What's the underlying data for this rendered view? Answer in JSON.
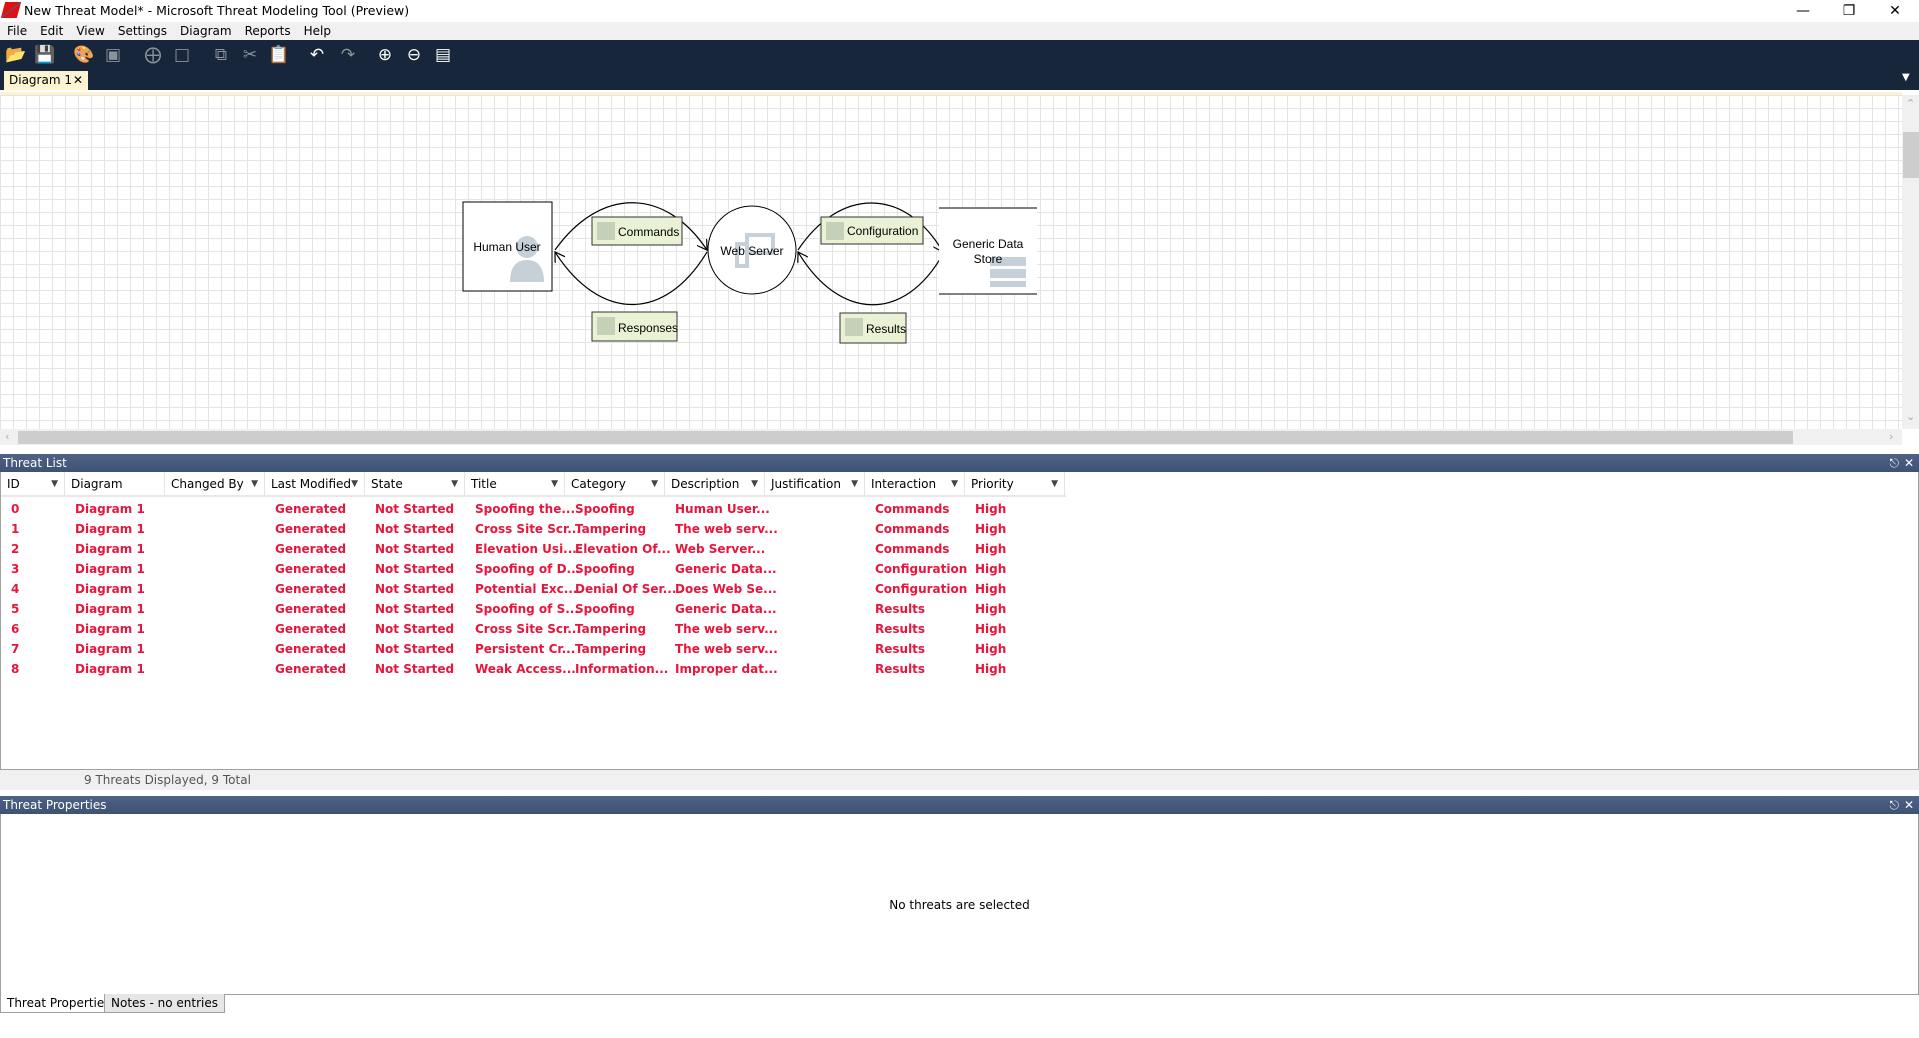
{
  "window": {
    "title": "New Threat Model* - Microsoft Threat Modeling Tool  (Preview)"
  },
  "menu": [
    "File",
    "Edit",
    "View",
    "Settings",
    "Diagram",
    "Reports",
    "Help"
  ],
  "toolbar": [
    {
      "icon": "open-icon",
      "enabled": true
    },
    {
      "icon": "save-icon",
      "enabled": true
    },
    {
      "icon": "palette-icon",
      "enabled": true
    },
    {
      "icon": "analysis-view-icon",
      "enabled": false
    },
    {
      "icon": "new-diagram-icon",
      "enabled": false
    },
    {
      "icon": "delete-diagram-icon",
      "enabled": false
    },
    {
      "icon": "copy-icon",
      "enabled": false
    },
    {
      "icon": "cut-icon",
      "enabled": false
    },
    {
      "icon": "paste-icon",
      "enabled": false
    },
    {
      "icon": "undo-icon",
      "enabled": true
    },
    {
      "icon": "redo-icon",
      "enabled": false
    },
    {
      "icon": "zoom-in-icon",
      "enabled": true
    },
    {
      "icon": "zoom-out-icon",
      "enabled": true
    },
    {
      "icon": "comment-icon",
      "enabled": true
    }
  ],
  "tabs": [
    {
      "label": "Diagram 1"
    }
  ],
  "diagram": {
    "elements": {
      "human_user": "Human User",
      "web_server": "Web Server",
      "data_store": "Generic Data Store"
    },
    "flows": {
      "commands": "Commands",
      "responses": "Responses",
      "configuration": "Configuration",
      "results": "Results"
    }
  },
  "threat_list": {
    "title": "Threat List",
    "columns": [
      "ID",
      "Diagram",
      "Changed By",
      "Last Modified",
      "State",
      "Title",
      "Category",
      "Description",
      "Justification",
      "Interaction",
      "Priority"
    ],
    "rows": [
      [
        "0",
        "Diagram 1",
        "",
        "Generated",
        "Not Started",
        "Spoofing the...",
        "Spoofing",
        "Human User...",
        "",
        "Commands",
        "High"
      ],
      [
        "1",
        "Diagram 1",
        "",
        "Generated",
        "Not Started",
        "Cross Site Scr...",
        "Tampering",
        "The web serv...",
        "",
        "Commands",
        "High"
      ],
      [
        "2",
        "Diagram 1",
        "",
        "Generated",
        "Not Started",
        "Elevation Usi...",
        "Elevation Of...",
        "Web Server...",
        "",
        "Commands",
        "High"
      ],
      [
        "3",
        "Diagram 1",
        "",
        "Generated",
        "Not Started",
        "Spoofing of D...",
        "Spoofing",
        "Generic Data...",
        "",
        "Configuration",
        "High"
      ],
      [
        "4",
        "Diagram 1",
        "",
        "Generated",
        "Not Started",
        "Potential Exc...",
        "Denial Of Ser...",
        "Does Web Se...",
        "",
        "Configuration",
        "High"
      ],
      [
        "5",
        "Diagram 1",
        "",
        "Generated",
        "Not Started",
        "Spoofing of S...",
        "Spoofing",
        "Generic Data...",
        "",
        "Results",
        "High"
      ],
      [
        "6",
        "Diagram 1",
        "",
        "Generated",
        "Not Started",
        "Cross Site Scr...",
        "Tampering",
        "The web serv...",
        "",
        "Results",
        "High"
      ],
      [
        "7",
        "Diagram 1",
        "",
        "Generated",
        "Not Started",
        "Persistent Cr...",
        "Tampering",
        "The web serv...",
        "",
        "Results",
        "High"
      ],
      [
        "8",
        "Diagram 1",
        "",
        "Generated",
        "Not Started",
        "Weak Access...",
        "Information...",
        "Improper dat...",
        "",
        "Results",
        "High"
      ]
    ],
    "status": "9 Threats Displayed, 9 Total",
    "row_color": "#e8163c"
  },
  "threat_properties": {
    "title": "Threat Properties",
    "empty_text": "No threats are selected",
    "tabs": [
      "Threat Properties",
      "Notes - no entries"
    ]
  }
}
